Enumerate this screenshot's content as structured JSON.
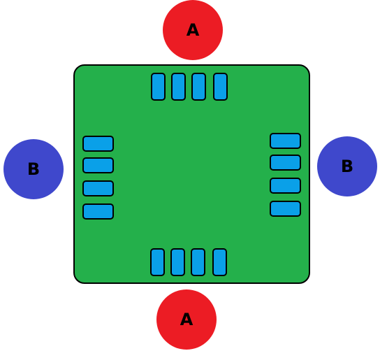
{
  "colors": {
    "board": "#24b04b",
    "slot": "#0aa0e8",
    "seat_a": "#ec1c24",
    "seat_b": "#3f48cc"
  },
  "seats": {
    "top": "A",
    "bottom": "A",
    "left": "B",
    "right": "B"
  }
}
